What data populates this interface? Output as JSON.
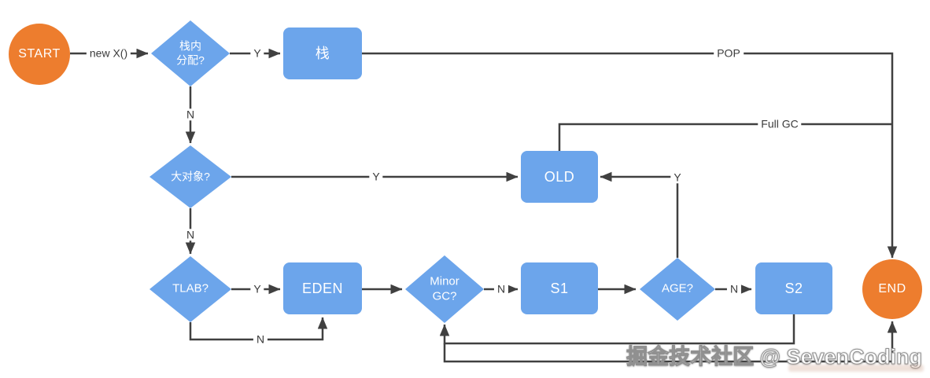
{
  "diagram": {
    "nodes": {
      "start": {
        "label": "START"
      },
      "stack_alloc": {
        "label": "栈内\n分配?"
      },
      "stack": {
        "label": "栈"
      },
      "big_object": {
        "label": "大对象?"
      },
      "old": {
        "label": "OLD"
      },
      "tlab": {
        "label": "TLAB?"
      },
      "eden": {
        "label": "EDEN"
      },
      "minor_gc": {
        "label": "Minor\nGC?"
      },
      "s1": {
        "label": "S1"
      },
      "age": {
        "label": "AGE?"
      },
      "s2": {
        "label": "S2"
      },
      "end": {
        "label": "END"
      }
    },
    "edge_labels": {
      "new_x": "new X()",
      "stack_alloc_yes": "Y",
      "pop": "POP",
      "stack_alloc_no": "N",
      "big_object_yes": "Y",
      "big_object_no": "N",
      "tlab_yes": "Y",
      "tlab_no": "N",
      "minor_gc_no": "N",
      "age_no": "N",
      "age_yes": "Y",
      "full_gc": "Full GC"
    },
    "colors": {
      "process_blue": "#6CA5EB",
      "terminal_orange": "#ED7D2E",
      "edge_gray": "#404040",
      "label_text": "#3B3B3B"
    }
  },
  "watermark": {
    "text": "掘金技术社区 @ SevenCoding"
  }
}
